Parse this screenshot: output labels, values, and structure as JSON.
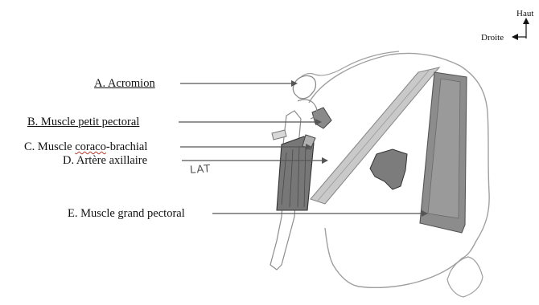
{
  "orientation": {
    "up_label": "Haut",
    "right_label": "Droite"
  },
  "labels": {
    "a": "A. Acromion",
    "b": "B. Muscle petit pectoral",
    "c_prefix": "C. Muscle ",
    "c_word": "coraco",
    "c_suffix": "-brachial",
    "d": "D. Artère axillaire",
    "e": "E. Muscle grand pectoral"
  },
  "handwritten_note": "LAT",
  "colors": {
    "line": "#555555",
    "muscle_fill": "#8a8a8a",
    "muscle_dark": "#6f6f6f",
    "artery_fill": "#c8c8c8",
    "skin_line": "#9a9a9a"
  }
}
